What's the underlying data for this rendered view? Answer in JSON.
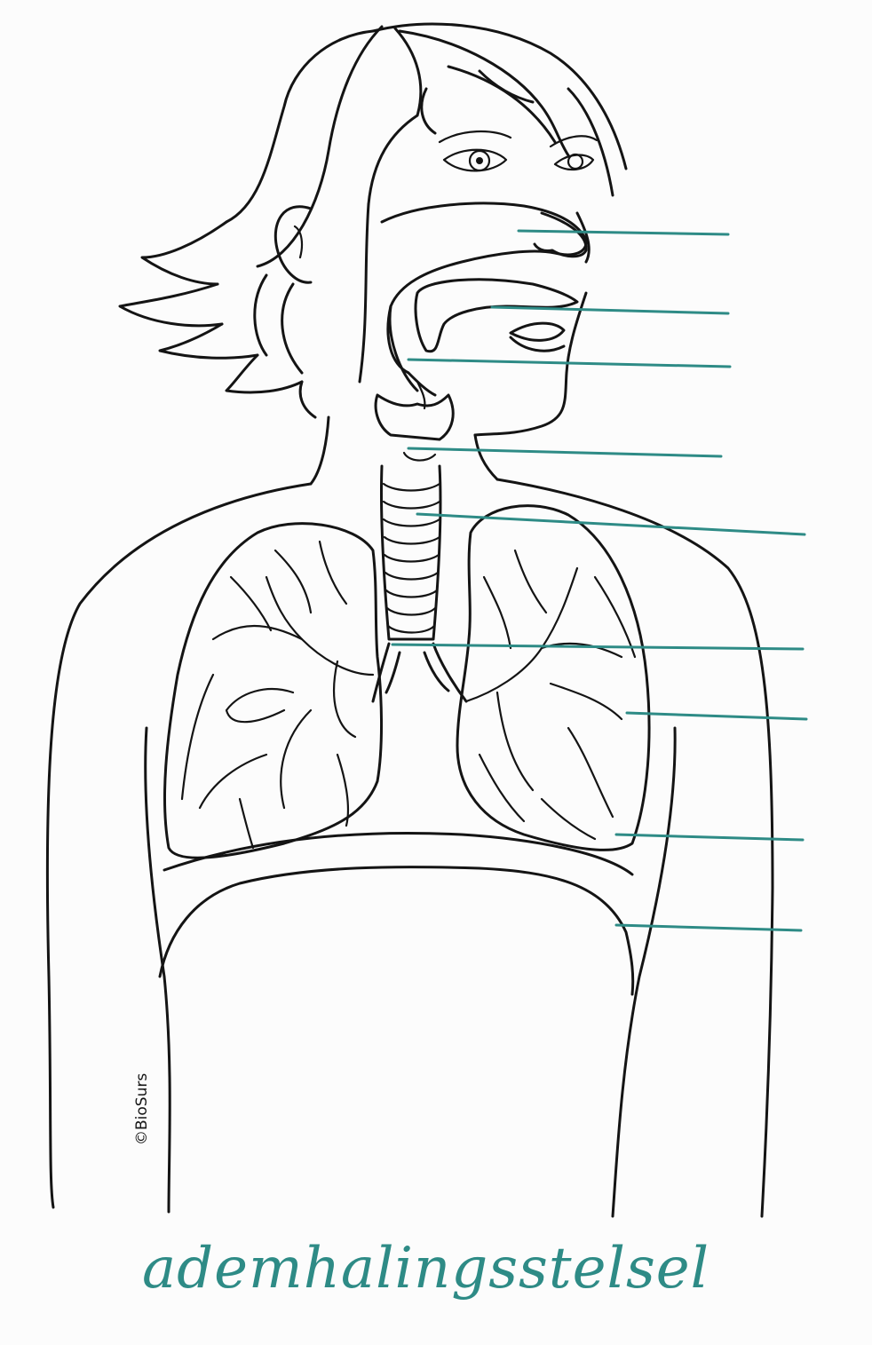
{
  "diagram": {
    "title": "ademhalingsstelsel",
    "credit": "©BioSurs",
    "leader_color": "#2e8b86",
    "ink_color": "#141414",
    "label_count": 10
  }
}
